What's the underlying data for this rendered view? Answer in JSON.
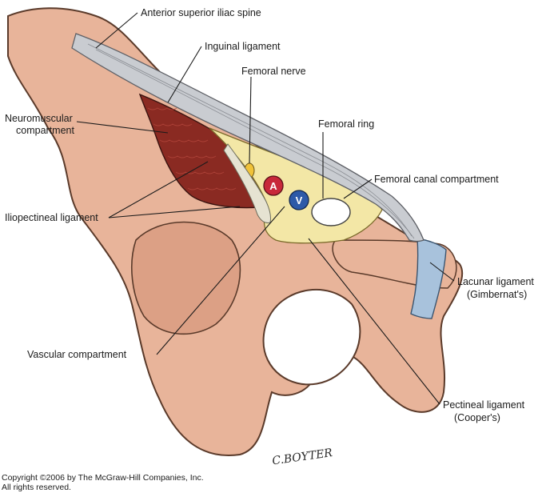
{
  "labels": {
    "asis": "Anterior superior iliac spine",
    "inguinal": "Inguinal ligament",
    "femoral_nerve": "Femoral nerve",
    "neuro_line1": "Neuromuscular",
    "neuro_line2": "compartment",
    "femoral_ring": "Femoral ring",
    "femoral_canal": "Femoral canal compartment",
    "iliopectineal": "Iliopectineal ligament",
    "lacunar_line1": "Lacunar ligament",
    "lacunar_line2": "(Gimbernat's)",
    "vascular": "Vascular compartment",
    "pectineal_line1": "Pectineal ligament",
    "pectineal_line2": "(Cooper's)"
  },
  "vessels": {
    "artery": "A",
    "vein": "V"
  },
  "signature": "C.BOYTER",
  "copyright_line1": "Copyright ©2006 by The McGraw-Hill Companies, Inc.",
  "copyright_line2": "All rights reserved.",
  "colors": {
    "bone": "#e8b49a",
    "bone_stroke": "#5a3a2a",
    "ligament": "#c9ccd1",
    "muscle": "#8a2a22",
    "canal": "#f3e7a6",
    "artery": "#c8283a",
    "vein": "#2d5aa8",
    "lacunar": "#a8c2dc"
  }
}
